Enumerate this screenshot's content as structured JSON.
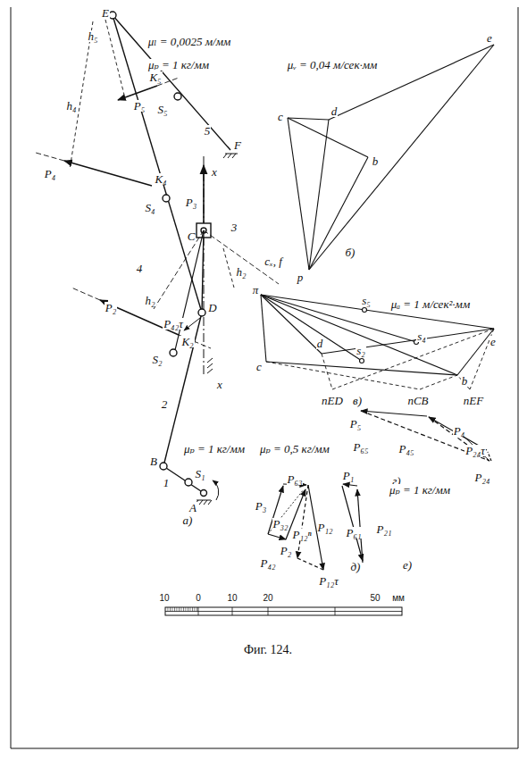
{
  "diagram": {
    "caption": "Фиг. 124.",
    "labels": [
      "E",
      "h₅",
      "μₗ = 0,0025 м/мм",
      "μₚ = 1 кг/мм",
      "K₅",
      "P₅",
      "S₅",
      "5",
      "F",
      "h₄",
      "P₄",
      "K₄",
      "S₄",
      "P₃",
      "x",
      "C",
      "3",
      "h₂",
      "4",
      "cₓ, f",
      "D",
      "h₂",
      "P₂",
      "P₄₂τ",
      "K₂",
      "S₂",
      "x",
      "2",
      "B",
      "1",
      "S₁",
      "A",
      "μₚ = 1 кг/мм",
      "a)",
      "μᵥ = 0,04 м/сек·мм",
      "e",
      "c",
      "d",
      "b",
      "p",
      "б)",
      "π",
      "s₅",
      "μₐ = 1 м/сек²·мм",
      "s₄",
      "e",
      "c",
      "d",
      "s₂",
      "b",
      "nED",
      "nCB",
      "nEF",
      "в)",
      "P₅",
      "μₚ = 0,5 кг/мм",
      "P₄",
      "P₆₅",
      "P₄₅",
      "P₂₄τ",
      "P₂₄",
      "г)",
      "P₆₃",
      "P₃",
      "P₃₂",
      "P₁₂ⁿ",
      "P₂",
      "P₁₂",
      "P₄₂",
      "P₁₂τ",
      "д)",
      "P₁",
      "μₚ = 1 кг/мм",
      "P₆₁",
      "P₂₁",
      "е)",
      "10",
      "0",
      "10",
      "20",
      "50",
      "мм"
    ]
  }
}
